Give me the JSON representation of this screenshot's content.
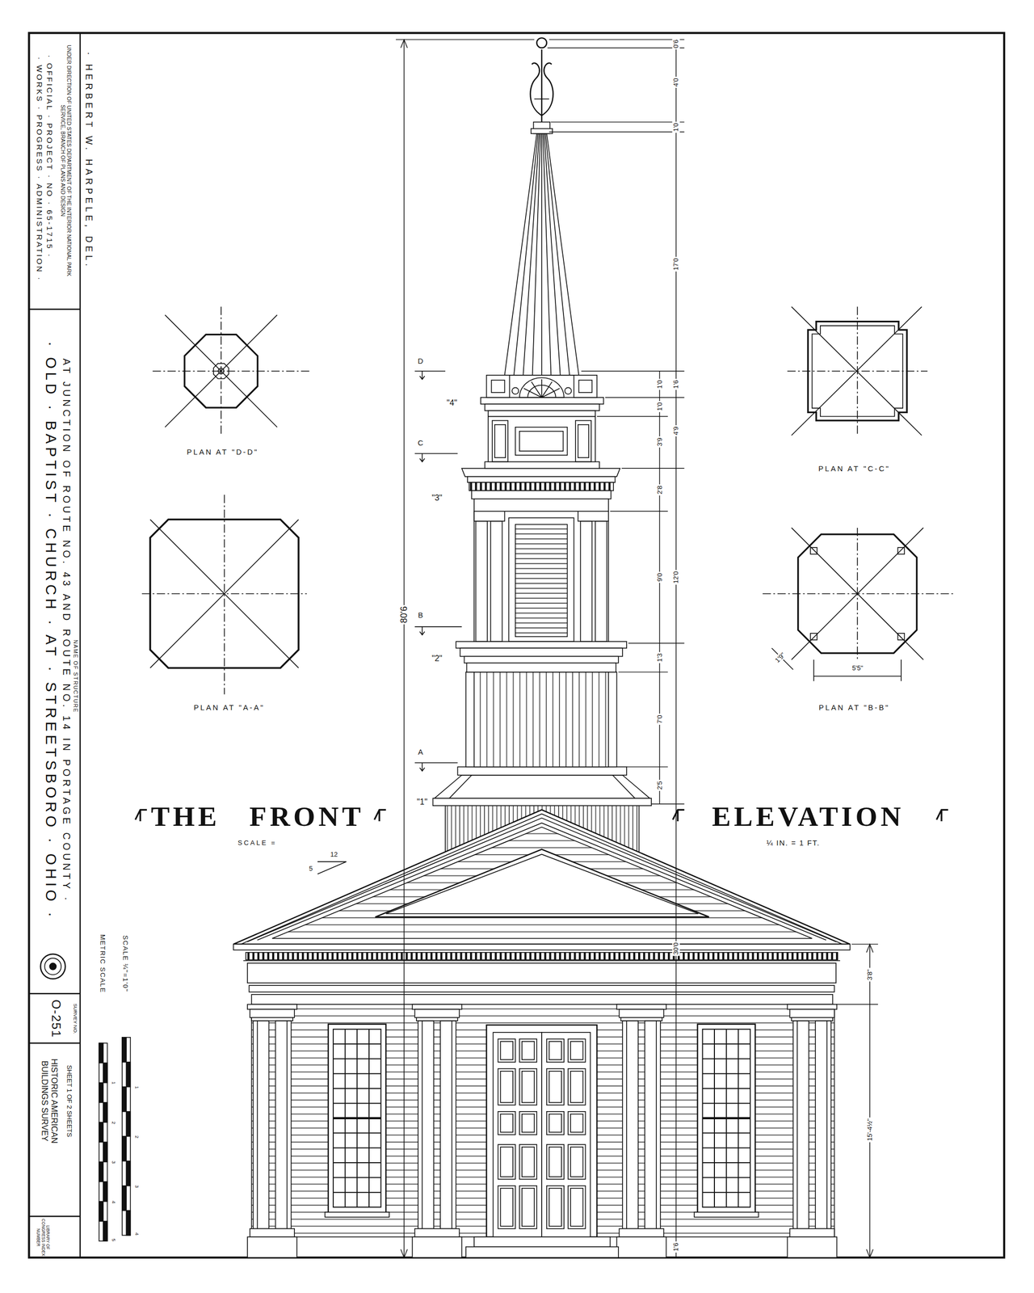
{
  "diagram": {
    "nodes": [
      {
        "text": [
          "· WORKS · PROGRESS · ADMINISTRATION ·",
          "· OFFICIAL · PROJECT · NO · 65-1715 ·",
          "UNDER DIRECTION OF UNITED STATES DEPARTMENT OF THE INTERIOR NATIONAL PARK SERVICE, BRANCH OF PLANS AND DESIGN"
        ]
      },
      {
        "text": [
          "NAME OF STRUCTURE",
          "· OLD · BAPTIST · CHURCH · AT · STREETSBORO · OHIO ·",
          "AT JUNCTION OF ROUTE NO. 43 AND ROUTE NO. 14 IN PORTAGE COUNTY ·"
        ]
      },
      {
        "text": [
          "SURVEY NO.",
          "O-251"
        ]
      },
      {
        "text": [
          "HISTORIC AMERICAN BUILDINGS SURVEY",
          "SHEET 1 OF 2 SHEETS"
        ]
      },
      {
        "text": [
          "LIBRARY OF CONGRESS INDEX NUMBER"
        ]
      }
    ],
    "labels": [
      "· HERBERT W. HARPELE, DEL.",
      "THE",
      "FRONT",
      "ELEVATION",
      "SCALE =",
      "¼ IN. = 1 FT.",
      "PLAN AT \"D-D\"",
      "PLAN AT \"C-C\"",
      "PLAN AT \"A-A\"",
      "PLAN AT \"B-B\"",
      "5'5\"",
      "1'9\"",
      "D",
      "C",
      "B",
      "A",
      "\"4\"",
      "\"3\"",
      "\"2\"",
      "\"1\"",
      "80'6",
      "0'6",
      "4'0",
      "1'0",
      "17'0",
      "1'0",
      "1'6",
      "1'0",
      "4'9",
      "3'9",
      "2'8",
      "9'0",
      "12'0",
      "1'3",
      "7'0",
      "2'5",
      "30'0",
      "1'6",
      "3'8\"",
      "15'-4½\"",
      "12",
      "5",
      "SCALE ¼\"=1'0\"",
      "METRIC SCALE",
      "1",
      "2",
      "3",
      "4",
      "1",
      "2",
      "3",
      "4",
      "5"
    ]
  }
}
